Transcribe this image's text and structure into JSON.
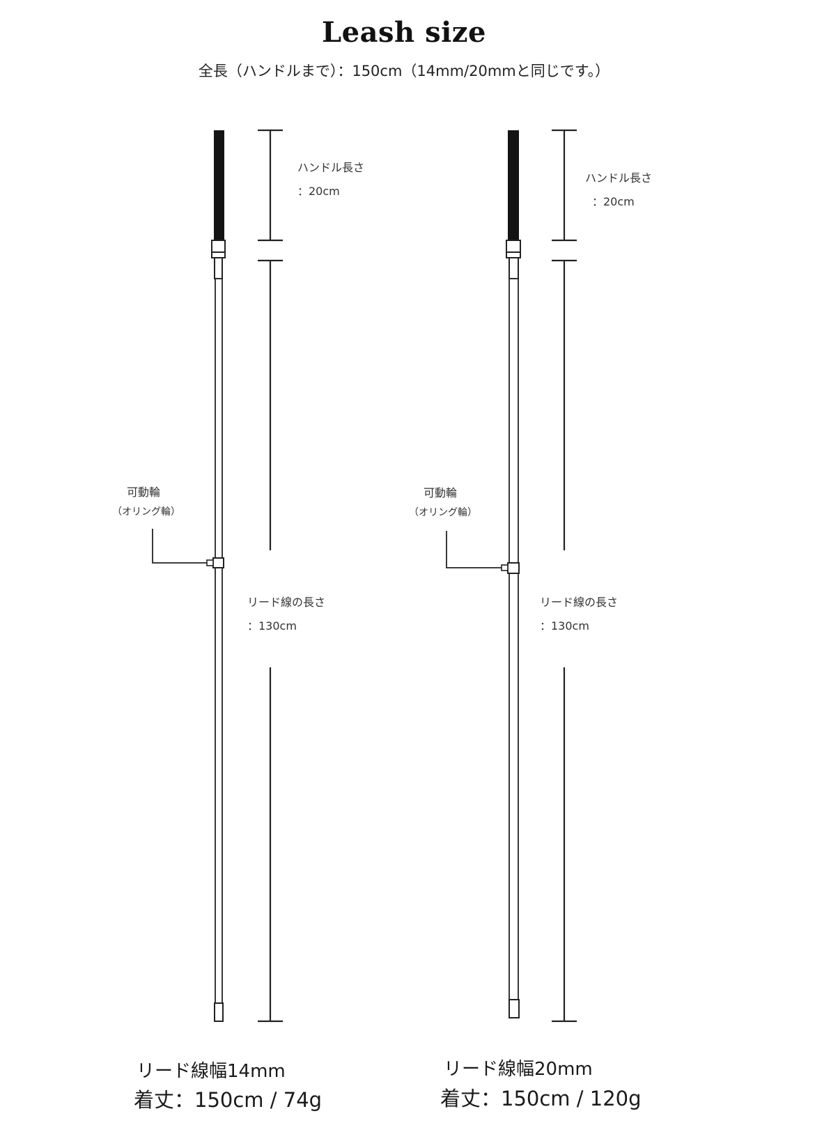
{
  "header": {
    "title": "Leash size",
    "subtitle": "全長（ハンドルまで）：150cm（14mm/20mmと同じです。）"
  },
  "leashes": [
    {
      "handle_label": "ハンドル長さ",
      "handle_value": "：20cm",
      "ring_label": "可動輪",
      "ring_sub": "（オリング輪）",
      "line_label": "リード線の長さ",
      "line_value": "：130cm",
      "width_label": "リード線幅14mm",
      "spec_label": "着丈：150cm / 74g"
    },
    {
      "handle_label": "ハンドル長さ",
      "handle_value": "：20cm",
      "ring_label": "可動輪",
      "ring_sub": "（オリング輪）",
      "line_label": "リード線の長さ",
      "line_value": "：130cm",
      "width_label": "リード線幅20mm",
      "spec_label": "着丈：150cm / 120g"
    }
  ]
}
